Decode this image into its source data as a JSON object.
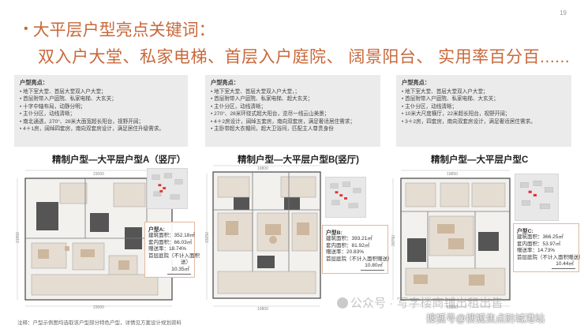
{
  "page_number": "19",
  "title": {
    "line1": "大平层户型亮点关键词：",
    "line2": "双入户大堂、私家电梯、首层入户庭院、 阔景阳台、 实用率百分百......"
  },
  "highlights": [
    {
      "heading": "户型亮点：",
      "items": [
        "地下室大堂、首层大堂双入户大堂；",
        "首层附带入户庭院、私家电梯、大玄关；",
        "十字中轴布局，动静分明；",
        "主仆分区，动线清晰；",
        "南北通透，270°、28米大面宽超长阳台，视野开阔；",
        "4＋1房，阔绰四套房，南向双套房设计，满足居住升级需求。"
      ]
    },
    {
      "heading": "户型亮点：",
      "items": [
        "地下室大堂、首层大堂双入户大堂，；",
        "首层附带入户庭院、私家电梯、超大玄关；",
        "主仆分区，动线清晰；",
        "270°、28米环绕式超大阳台，览尽一线云山美景；",
        "4＋2房设计，阔绰五套房，南向双套房，满足奢适居住需求；",
        "主卧带超大衣帽间，超大卫浴间，匹配主人尊贵身份"
      ]
    },
    {
      "heading": "户型亮点：",
      "items": [
        "地下室大堂、首层大堂双入户大堂；",
        "首层附带入户庭院、私家电梯、大玄关；",
        "主仆分区，动线清晰；",
        "10米大尺度横厅，22米超长阳台，视野开阔；",
        "3＋2房，四套房，南向双套房设计，满足奢适居住需求。"
      ]
    }
  ],
  "plans": [
    {
      "title": "精制户型—大平层户型A（竖厅）",
      "label": "户型A:",
      "rows": [
        {
          "k": "建筑面积：",
          "v": "352.18㎡"
        },
        {
          "k": "套内面积：",
          "v": "66.03㎡"
        },
        {
          "k": "赠送率：",
          "v": "18.74%"
        },
        {
          "k": "首层庭院（不计入面积",
          "v": "送）"
        },
        {
          "k": "",
          "v": "10.35㎡"
        }
      ],
      "dims": {
        "top": "23000",
        "bottom": "23000",
        "left": "21950"
      }
    },
    {
      "title": "精制户型—大平层户型B(竖厅)",
      "label": "户型B:",
      "rows": [
        {
          "k": "建筑面积：",
          "v": "393.21㎡"
        },
        {
          "k": "套内面积：",
          "v": "81.92㎡"
        },
        {
          "k": "赠送率：",
          "v": "20.83%"
        },
        {
          "k": "首层庭院（不计入面积赠送）",
          "v": ""
        },
        {
          "k": "",
          "v": "10.80㎡"
        }
      ],
      "dims": {
        "top": "19800",
        "bottom": "19800",
        "left": "23250"
      }
    },
    {
      "title": "精制户型—大平层户型C",
      "label": "户型C:",
      "rows": [
        {
          "k": "建筑面积：",
          "v": "366.25㎡"
        },
        {
          "k": "套内面积：",
          "v": "53.97㎡"
        },
        {
          "k": "赠送率：",
          "v": "14.73%"
        },
        {
          "k": "首层庭院（不计入面积赠送）",
          "v": ""
        },
        {
          "k": "",
          "v": "10.44㎡"
        }
      ],
      "dims": {
        "top": "19850",
        "bottom": "19850",
        "left": "20750"
      }
    }
  ],
  "footnote": "注释：户型示例图均选取该户型部分特色户型，详情见方案设计规划资料",
  "watermarks": {
    "gzh": "公众号 · 写字楼商铺出租出售",
    "sohu": "搜狐号@搜狐焦点防城港站"
  },
  "colors": {
    "title": "#c9683a",
    "box_bg": "#ebebeb",
    "info_border": "#e2b8a0",
    "marker": "#e3342f"
  }
}
